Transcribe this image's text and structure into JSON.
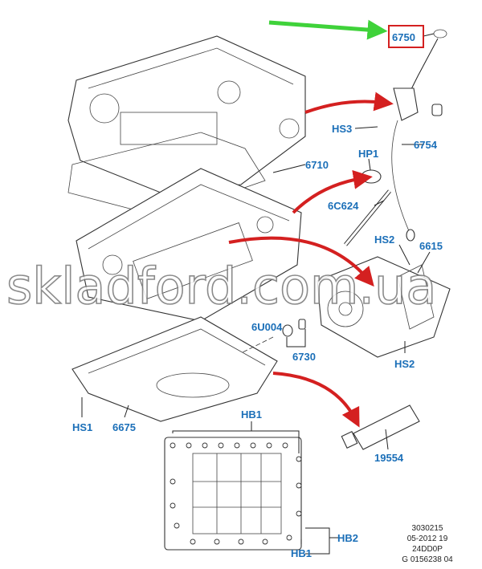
{
  "labels": {
    "dipstick": "6750",
    "hs3": "HS3",
    "tube": "6754",
    "hp1": "HP1",
    "lower_block": "6710",
    "sensor": "6C624",
    "hs2_top": "HS2",
    "pump": "6615",
    "ladder": "6U004",
    "drain_plug": "6730",
    "hs2_bottom": "HS2",
    "hs1": "HS1",
    "oil_pan": "6675",
    "hb1_top": "HB1",
    "sealant": "19554",
    "hb2": "HB2",
    "hb1_bottom": "HB1"
  },
  "reference": [
    "3030215",
    "05-2012 19",
    "24DD0P",
    "G 0156238 04"
  ],
  "watermark": "skladford.com.ua",
  "colors": {
    "label": "#1b6fb8",
    "highlight_box": "#d42020",
    "green_arrow": "#3fd23a",
    "red_arrow": "#d42020"
  }
}
